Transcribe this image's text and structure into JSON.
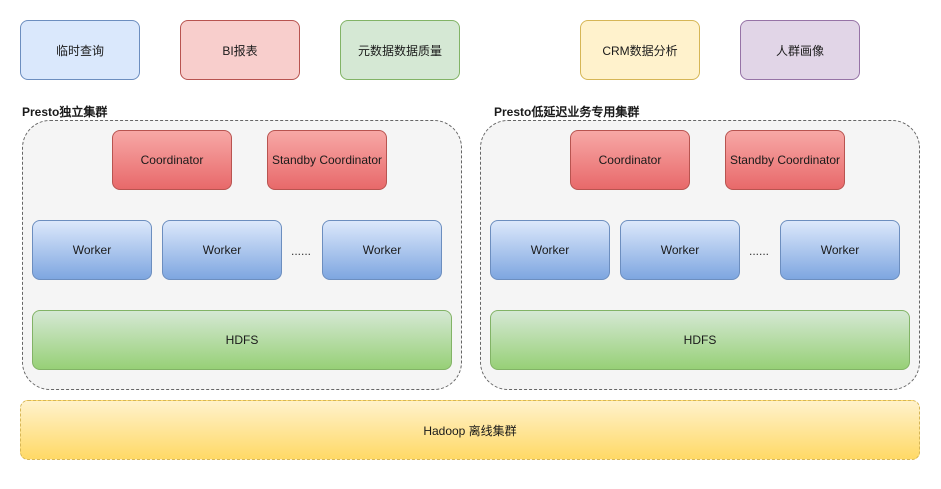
{
  "top_row": {
    "ad_hoc_query": "临时查询",
    "bi_report": "BI报表",
    "metadata_quality": "元数据数据质量",
    "crm_analysis": "CRM数据分析",
    "user_profile": "人群画像"
  },
  "cluster_left": {
    "title": "Presto独立集群",
    "coordinator": "Coordinator",
    "standby": "Standby Coordinator",
    "worker1": "Worker",
    "worker2": "Worker",
    "ellipsis": "......",
    "worker3": "Worker",
    "hdfs": "HDFS"
  },
  "cluster_right": {
    "title": "Presto低延迟业务专用集群",
    "coordinator": "Coordinator",
    "standby": "Standby Coordinator",
    "worker1": "Worker",
    "worker2": "Worker",
    "ellipsis": "......",
    "worker3": "Worker",
    "hdfs": "HDFS"
  },
  "hadoop": {
    "label": "Hadoop 离线集群"
  }
}
